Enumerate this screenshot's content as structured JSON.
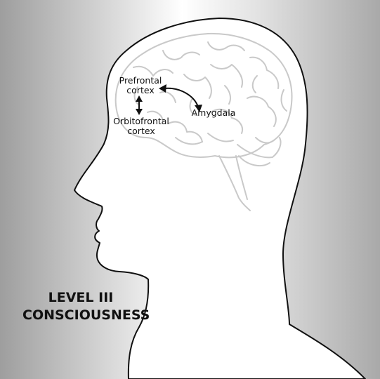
{
  "diagram": {
    "labels": {
      "prefrontal_line1": "Prefrontal",
      "prefrontal_line2": "cortex",
      "orbitofrontal_line1": "Orbitofrontal",
      "orbitofrontal_line2": "cortex",
      "amygdala": "Amygdala"
    },
    "title_line1": "LEVEL III",
    "title_line2": "CONSCIOUSNESS"
  },
  "colors": {
    "head_fill": "#ffffff",
    "outline": "#111111",
    "brain_stroke": "#c8c8c8"
  }
}
